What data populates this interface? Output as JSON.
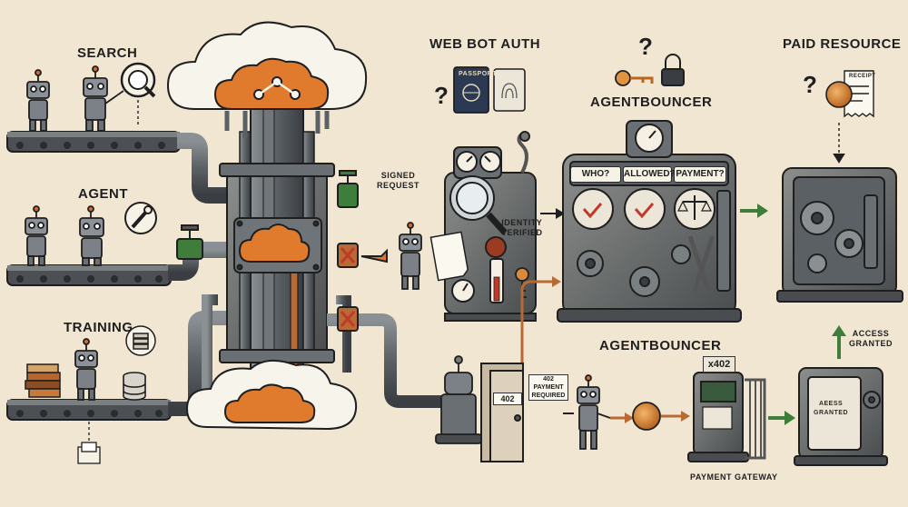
{
  "labels": {
    "search": "SEARCH",
    "agent": "AGENT",
    "training": "TRAINING",
    "web_bot_auth": "WEB BOT AUTH",
    "passport": "PASSPORT",
    "signed_request": "SIGNED\nREQUEST",
    "identity_verified": "IDENTITY\nVERIFIED",
    "agentbouncer_top": "AGENTBOUNCER",
    "agentbouncer_bottom": "AGENTBOUNCER",
    "who": "WHO?",
    "allowed": "ALLOWED?",
    "payment": "PAYMENT?",
    "paid_resource": "PAID RESOURCE",
    "receipt": "RECEIPT",
    "access_granted": "ACCESS\nGRANTED",
    "access_granted_box": "AEESS\nGRANTED",
    "door_402": "402",
    "payment_required": "402\nPAYMENT\nREQUIRED",
    "x402": "x402",
    "payment_gateway": "PAYMENT GATEWAY",
    "question": "?"
  },
  "colors": {
    "background": "#f1e6d2",
    "metal": "#5b6064",
    "metal_dark": "#3a3e42",
    "orange": "#e07b2e",
    "green": "#3f7d3a",
    "copper": "#b86a35",
    "ink": "#1f1f1f"
  }
}
